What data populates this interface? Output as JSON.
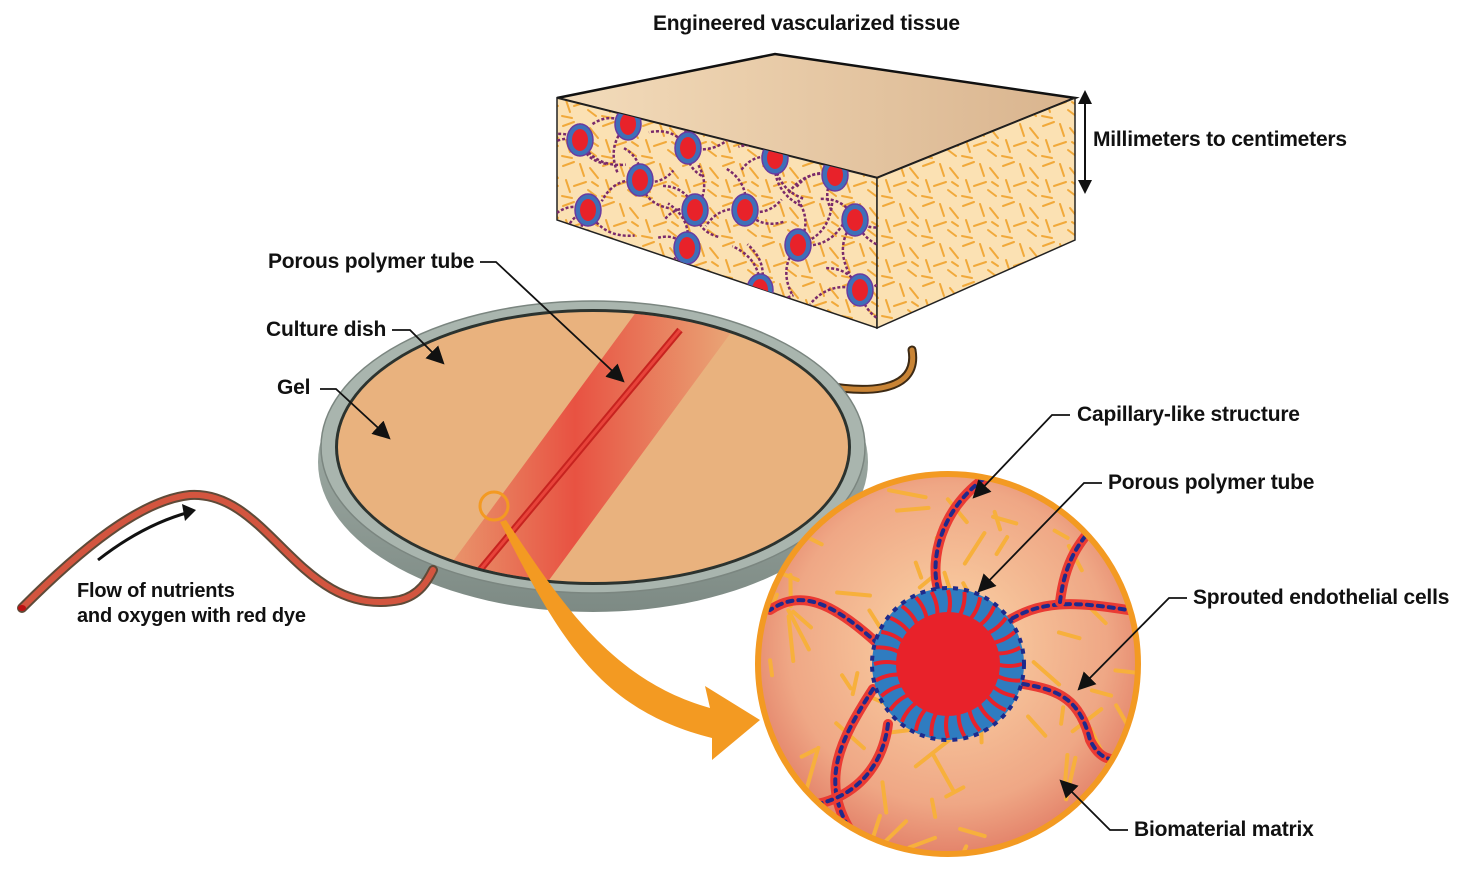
{
  "figure": {
    "labels": {
      "engineered_tissue": "Engineered vascularized tissue",
      "scale": "Millimeters to centimeters",
      "porous_tube_top": "Porous polymer tube",
      "culture_dish": "Culture dish",
      "gel": "Gel",
      "flow_line1": "Flow of nutrients",
      "flow_line2": "and oxygen with red dye",
      "capillary": "Capillary-like structure",
      "porous_tube_inset": "Porous polymer tube",
      "sprouted_cells": "Sprouted endothelial cells",
      "biomaterial": "Biomaterial matrix"
    },
    "colors": {
      "gel": "#e9b27e",
      "dish": "#9aa7a0",
      "dye_red": "#e8322e",
      "highlight_orange": "#f39a22",
      "tube_blue": "#2f7cc0",
      "cell_dots": "#1e2a8c",
      "tissue_top": "#e5c59c",
      "tissue_face": "#fbe0b0"
    },
    "icons": [
      "double-arrow-icon",
      "flow-arrow-icon",
      "callout-arrow-icon",
      "magnify-arrow-icon"
    ]
  }
}
